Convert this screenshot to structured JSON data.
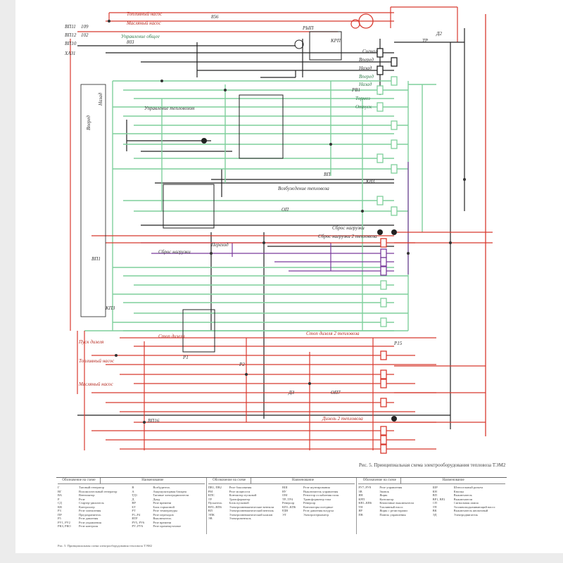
{
  "colors": {
    "power": "#d8392e",
    "control": "#7fcf9c",
    "main": "#222222",
    "transition": "#7a3a9c"
  },
  "labels": {
    "fuel_pump": "Топливный насос",
    "oil_pump": "Масляный насос",
    "control_general": "Управление общее",
    "signal": "Сигнал",
    "forward_1": "Вперед",
    "reverse_1": "Назад",
    "forward_2": "Вперед",
    "reverse_2": "Назад",
    "brake": "Тормоз",
    "release": "Отпуск",
    "loco_control": "Управление тепловозом",
    "loco_excitation": "Возбуждение тепловоза",
    "load_drop_1": "Сброс нагрузки",
    "load_drop_2": "Сброс нагрузки 2 тепловоза",
    "load_drop_3": "Сброс нагрузки",
    "transition": "Переход",
    "diesel_stop": "Стоп дизеля",
    "diesel_stop_2": "Стоп дизеля 2 тепловоза",
    "diesel_2": "Дизель 2 тепловоза",
    "fuel_pump_side": "Топливный насос",
    "oil_pump_side": "Масляный насос",
    "diesel_start": "Пуск дизеля",
    "forward_left": "Вперед",
    "back_left": "Назад"
  },
  "wire_numbers": [
    "109",
    "102",
    "ВП11",
    "ВП12",
    "ХАЗ1",
    "ВП10",
    "РЫП",
    "КРП",
    "ТР",
    "РВ1",
    "КВЗ",
    "ОП",
    "Д2",
    "803",
    "856",
    "ВП",
    "ВП1",
    "Р1",
    "Р2",
    "ДЗ",
    "ОП7",
    "КПЗ",
    "ВП16",
    "Р15"
  ],
  "caption": "Рис. 5. Принципиальная схема электрооборудования тепловоза ТЭМ2",
  "legend": {
    "columns": [
      {
        "key_header": "Обозначение на схеме",
        "value_header": "Наименование",
        "keys": [
          "Г",
          "В",
          "ВГ",
          "А",
          "ВА",
          "ТД1",
          "Р",
          "Д",
          "СД",
          "ВР",
          "КВ",
          "БТ",
          "РЗ",
          "РТ",
          "ПР",
          "Р1–Р4",
          "Р5",
          "ВТР",
          "РУ1, РУ2",
          "РУ5, РУ6",
          "РКЗ, РКО",
          "РУ–РУ6"
        ],
        "values": [
          "Тяговый генератор",
          "Возбудитель",
          "Вспомогательный генератор",
          "Аккумуляторная батарея",
          "Вентилятор",
          "Тяговые электродвигатели",
          "Реле",
          "Диод",
          "Стартер-двигатель",
          "Реле времени",
          "Контроллер",
          "Блок тормозной",
          "Реле заземления",
          "Реле температуры",
          "Предохранитель",
          "Реле переходов",
          "Реле давления",
          "Выключатель",
          "Реле управления",
          "Реле времени",
          "Реле контроля",
          "Реле промежуточное"
        ]
      },
      {
        "key_header": "Обозначение на схеме",
        "value_header": "Наименование",
        "keys": [
          "ПВ1, ПВ2",
          "ВШ",
          "РМ",
          "ВУ",
          "КПС",
          "ОМ",
          "ТР",
          "ТР–ТР4",
          "Пускатель",
          "Реверсор",
          "ВП1–ВП6",
          "КП1–КП6",
          "ВП",
          "РДВ",
          "ЭПК",
          "ЭТ",
          "ЭВ"
        ],
        "values": [
          "Реле боксования",
          "Реле шунтирования",
          "Реле мощности",
          "Выключатель управления",
          "Контактор пусковой",
          "Резистор ослабления поля",
          "Трансформатор",
          "Трансформатор тока",
          "Блок пусковой",
          "Реверсор",
          "Электропневматические вентили",
          "Контакторы поездные",
          "Электропневматический вентиль",
          "Реле давления воздуха",
          "Электропневматический клапан",
          "Электротермометр",
          "Электровентиль"
        ]
      },
      {
        "key_header": "Обозначение на схеме",
        "value_header": "Наименование",
        "keys": [
          "РУ7–РУ8",
          "ШР",
          "ЗВ",
          "КН",
          "ЯН",
          "ВП",
          "КРП",
          "ВР1, ВР2",
          "КВ1–КВ6",
          "СП",
          "ТН",
          "ТП",
          "ЯР",
          "ВК",
          "ПВ",
          "ЭД"
        ],
        "values": [
          "Реле управления",
          "Штепсельный разъем",
          "Звонок",
          "Кнопка",
          "Ящик",
          "Выключатель",
          "Контактор",
          "Выключатели",
          "Кнопочные выключатели",
          "Сигнальная лампа",
          "Топливный насос",
          "Топливоподкачивающий насос",
          "Ящик с резисторами",
          "Выключатель кнопочный",
          "Панель управления",
          "Электродвигатель"
        ]
      }
    ]
  },
  "footnote": "Рис. 5. Принципиальная схема электрооборудования тепловоза ТЭМ2"
}
